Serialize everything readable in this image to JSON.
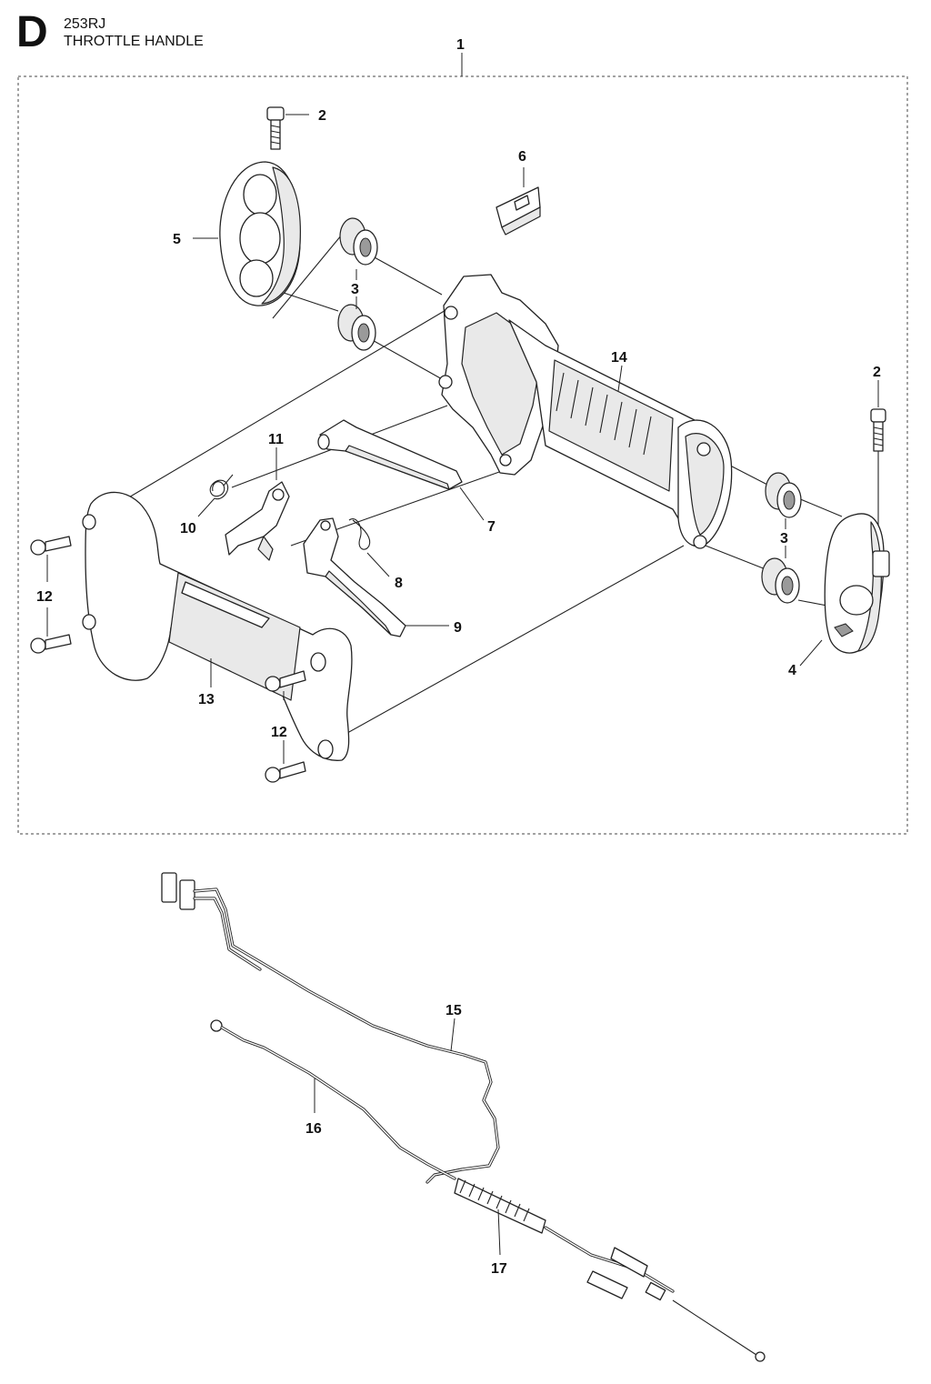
{
  "header": {
    "section_letter": "D",
    "model": "253RJ",
    "title": "THROTTLE HANDLE"
  },
  "callouts": [
    {
      "id": "c1",
      "label": "1"
    },
    {
      "id": "c2a",
      "label": "2"
    },
    {
      "id": "c2b",
      "label": "2"
    },
    {
      "id": "c3a",
      "label": "3"
    },
    {
      "id": "c3b",
      "label": "3"
    },
    {
      "id": "c4",
      "label": "4"
    },
    {
      "id": "c5",
      "label": "5"
    },
    {
      "id": "c6",
      "label": "6"
    },
    {
      "id": "c7",
      "label": "7"
    },
    {
      "id": "c8",
      "label": "8"
    },
    {
      "id": "c9",
      "label": "9"
    },
    {
      "id": "c10",
      "label": "10"
    },
    {
      "id": "c11",
      "label": "11"
    },
    {
      "id": "c12a",
      "label": "12"
    },
    {
      "id": "c12b",
      "label": "12"
    },
    {
      "id": "c13",
      "label": "13"
    },
    {
      "id": "c14",
      "label": "14"
    },
    {
      "id": "c15",
      "label": "15"
    },
    {
      "id": "c16",
      "label": "16"
    },
    {
      "id": "c17",
      "label": "17"
    }
  ],
  "colors": {
    "line": "#222222",
    "fill": "#ffffff",
    "shade": "#e9e9e9",
    "dark": "#9a9a9a"
  }
}
